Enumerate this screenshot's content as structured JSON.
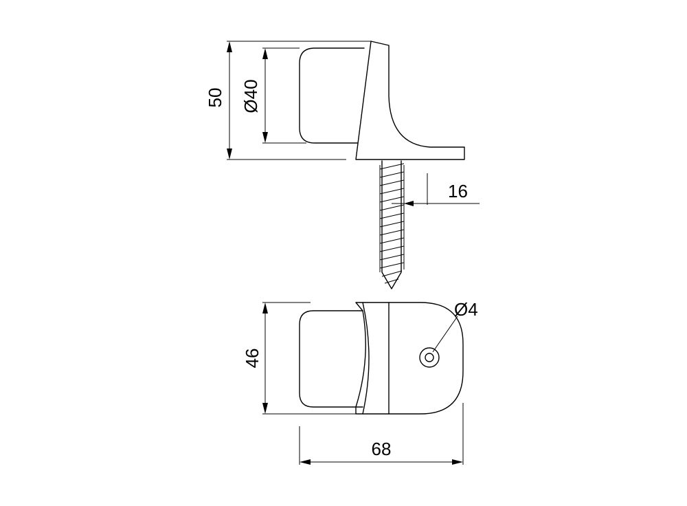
{
  "dimensions": {
    "height_total": "50",
    "diameter_pad": "Ø40",
    "screw_length": "16",
    "width_base": "46",
    "diameter_hole": "Ø4",
    "length_base": "68"
  }
}
